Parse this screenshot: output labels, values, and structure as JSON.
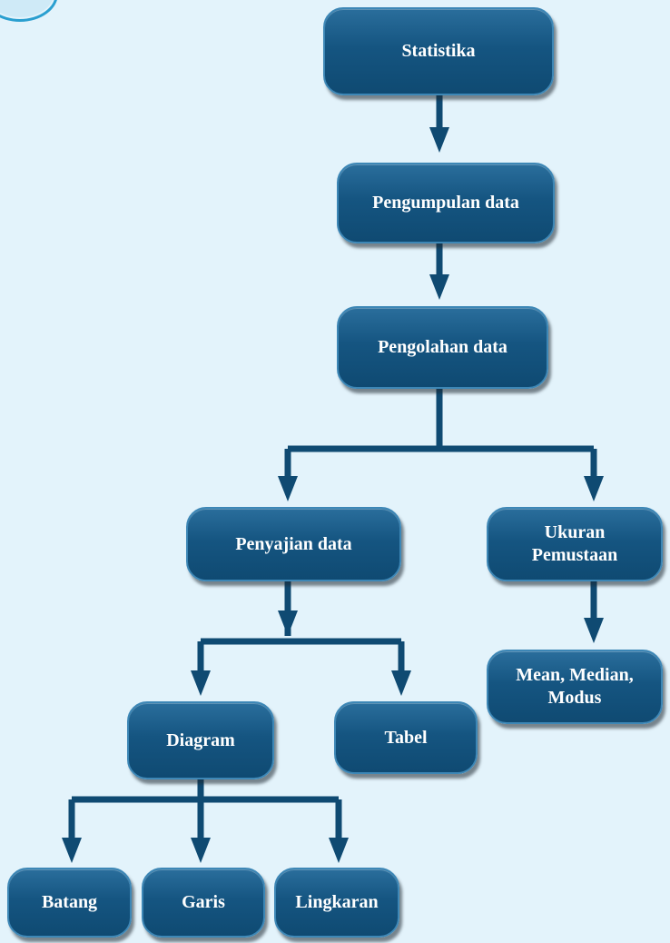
{
  "nodes": {
    "statistika": "Statistika",
    "pengumpulan": "Pengumpulan data",
    "pengolahan": "Pengolahan data",
    "penyajian": "Penyajian data",
    "ukuran": "Ukuran\nPemustaan",
    "mean": "Mean, Median,\nModus",
    "diagram": "Diagram",
    "tabel": "Tabel",
    "batang": "Batang",
    "garis": "Garis",
    "lingkaran": "Lingkaran"
  },
  "colors": {
    "background": "#e3f3fb",
    "node_fill": "#155581",
    "connector": "#0f4a72",
    "text": "#ffffff"
  }
}
